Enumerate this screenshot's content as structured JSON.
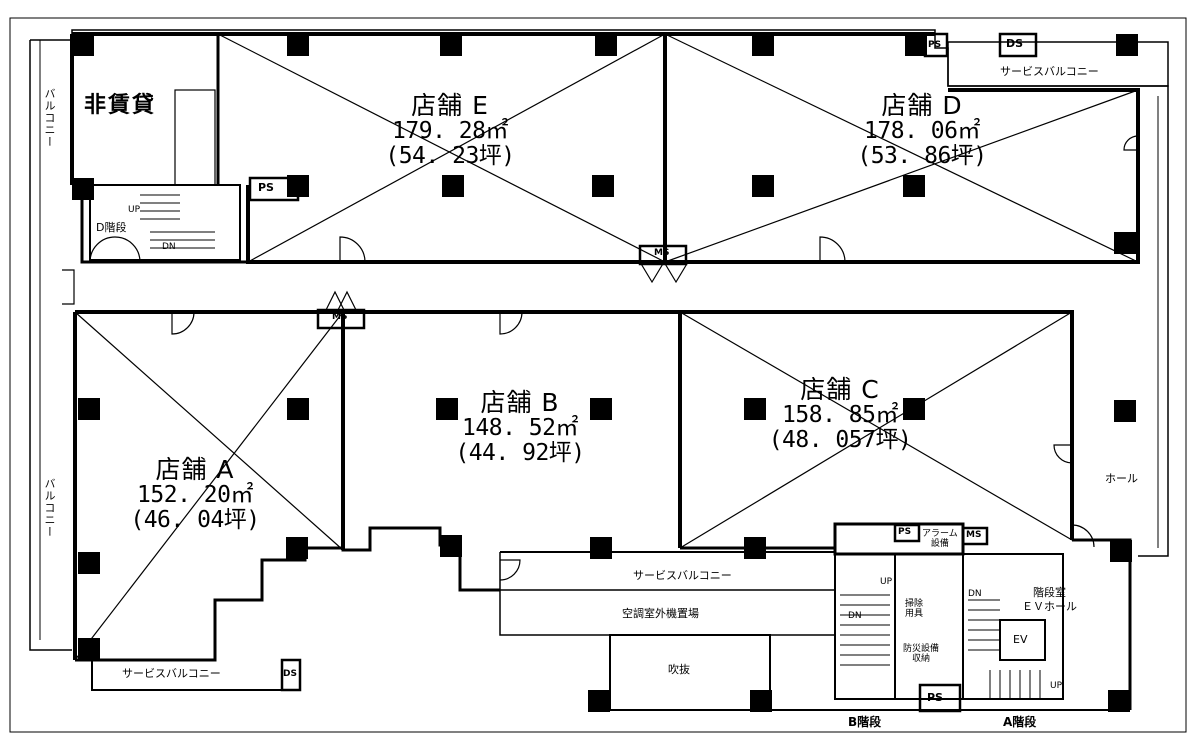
{
  "units": [
    {
      "id": "E",
      "name": "店舗 E",
      "area": "179. 28㎡",
      "tsubo": "(54. 23坪)"
    },
    {
      "id": "D",
      "name": "店舗 D",
      "area": "178. 06㎡",
      "tsubo": "(53. 86坪)"
    },
    {
      "id": "A",
      "name": "店舗 A",
      "area": "152. 20㎡",
      "tsubo": "(46. 04坪)"
    },
    {
      "id": "B",
      "name": "店舗 B",
      "area": "148. 52㎡",
      "tsubo": "(44. 92坪)"
    },
    {
      "id": "C",
      "name": "店舗 C",
      "area": "158. 85㎡",
      "tsubo": "(48. 057坪)"
    }
  ],
  "labels": {
    "non_lease": "非賃貸",
    "balcony": "バルコニー",
    "service_balcony": "サービスバルコニー",
    "hall": "ホール",
    "stair_core": "階段室\nＥＶホール",
    "aircon": "空調室外機置場",
    "void": "吹抜",
    "stair_a": "A階段",
    "stair_b": "B階段",
    "stair_d": "D階段",
    "ps": "PS",
    "ds": "DS",
    "ms": "MS",
    "ev": "EV",
    "up": "UP",
    "dn": "DN",
    "alarm": "アラーム\n設備",
    "janitor": "掃除\n用具",
    "disaster": "防災設備\n収納"
  }
}
